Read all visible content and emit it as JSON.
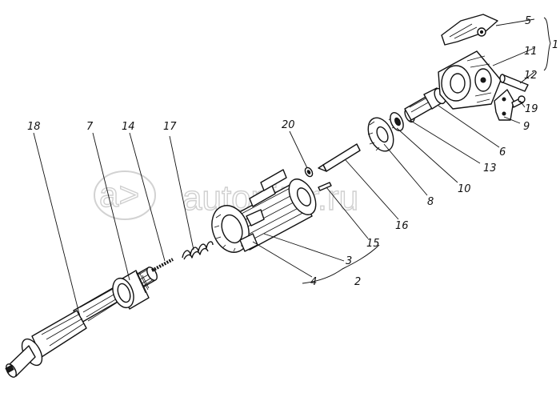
{
  "watermark": {
    "text": "autopiter.ru",
    "logo": "a>"
  },
  "callouts": {
    "c1": "1",
    "c2": "2",
    "c3": "3",
    "c4": "4",
    "c5": "5",
    "c6": "6",
    "c7": "7",
    "c8": "8",
    "c9": "9",
    "c10": "10",
    "c11": "11",
    "c12": "12",
    "c13": "13",
    "c14": "14",
    "c15": "15",
    "c16": "16",
    "c17": "17",
    "c18": "18",
    "c19": "19",
    "c20": "20"
  }
}
